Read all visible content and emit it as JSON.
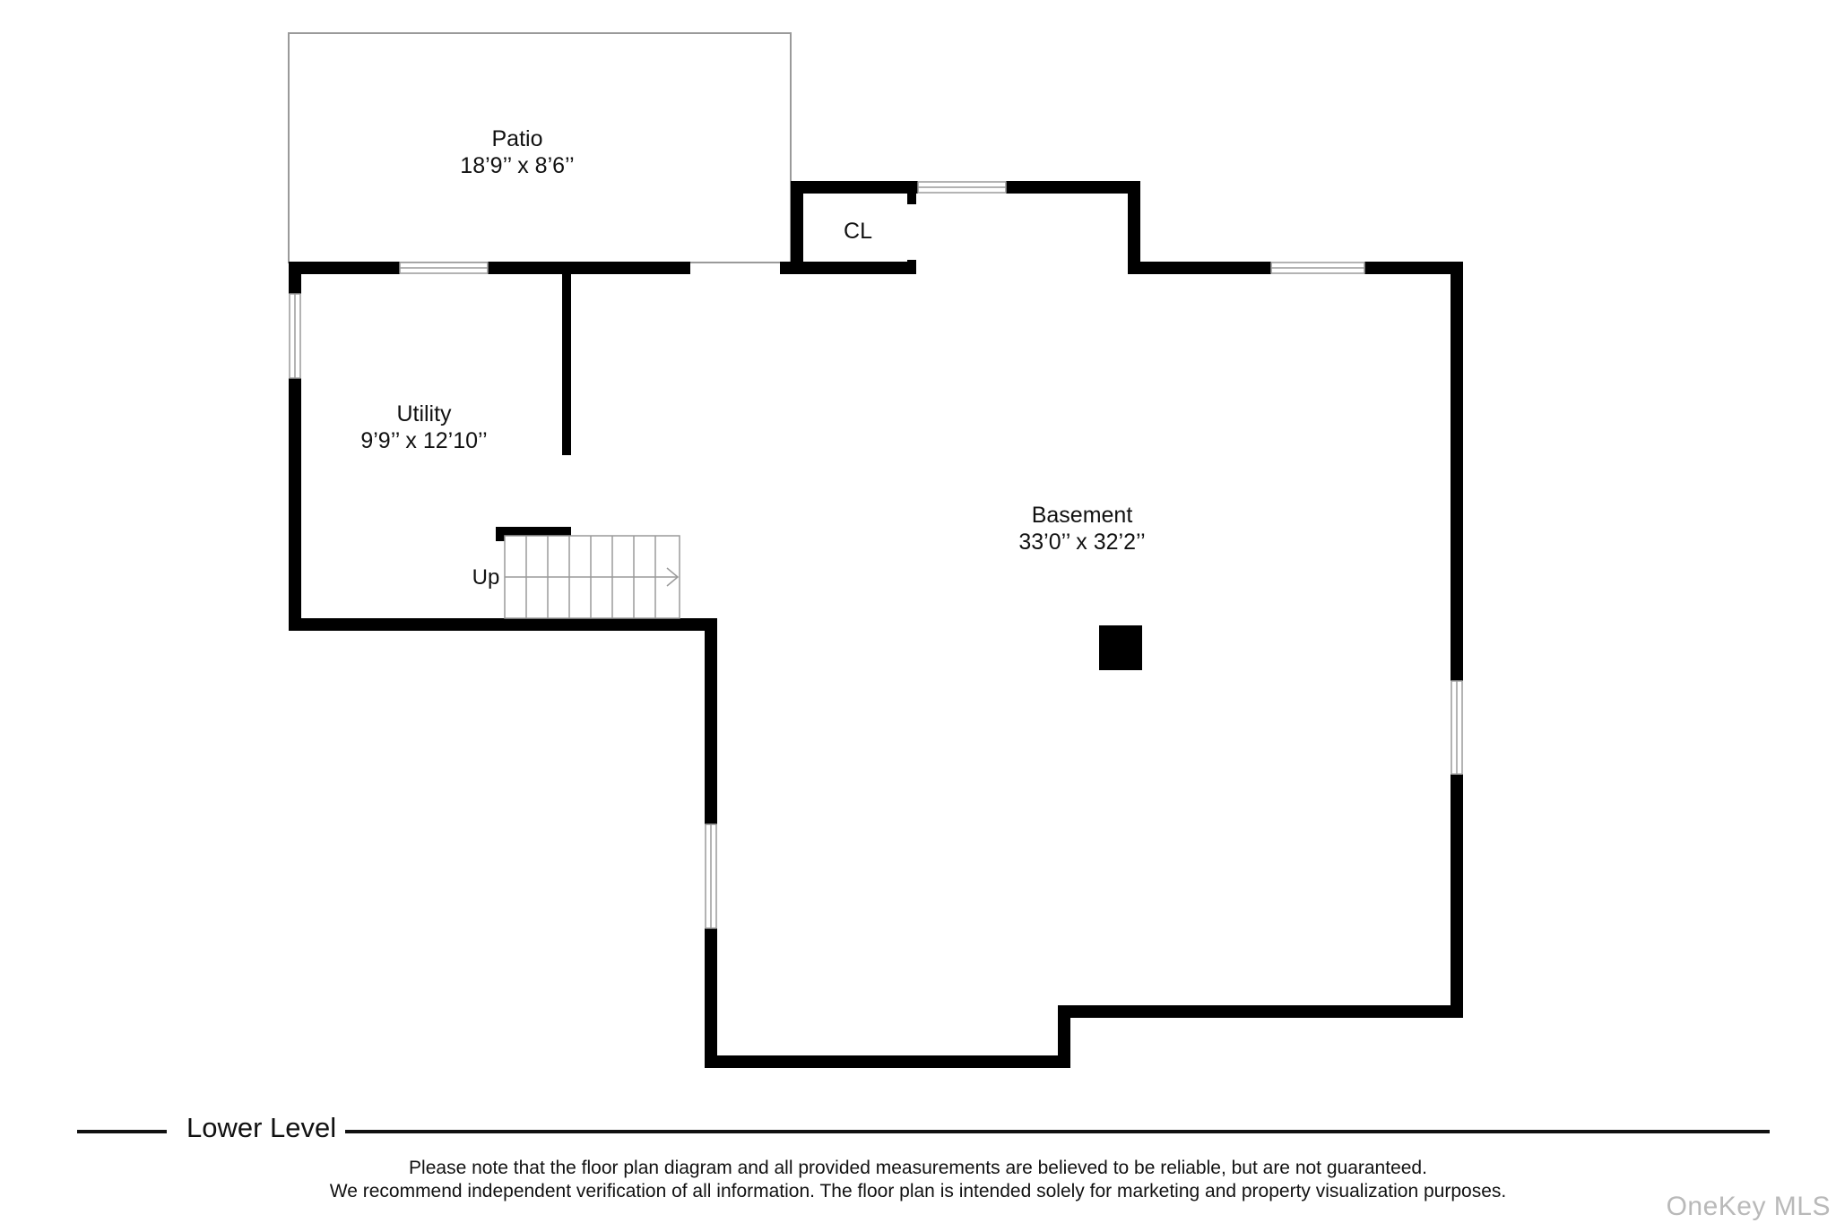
{
  "rooms": {
    "patio": {
      "name": "Patio",
      "dimensions": "18’9’’ x 8’6’’"
    },
    "closet": {
      "name": "CL"
    },
    "utility": {
      "name": "Utility",
      "dimensions": "9’9’’ x 12’10’’"
    },
    "basement": {
      "name": "Basement",
      "dimensions": "33’0’’ x 32’2’’"
    }
  },
  "stairs": {
    "label": "Up"
  },
  "level": {
    "title": "Lower Level"
  },
  "disclaimer": {
    "line1": "Please note that the floor plan diagram and all provided measurements are believed to be reliable, but are not guaranteed.",
    "line2": "We recommend independent verification of all information. The floor plan is intended solely for marketing and property visualization purposes."
  },
  "watermark": "OneKey MLS",
  "colors": {
    "wall": "#000000",
    "window": "#9a9a9a",
    "watermark": "#b9b9b9"
  }
}
